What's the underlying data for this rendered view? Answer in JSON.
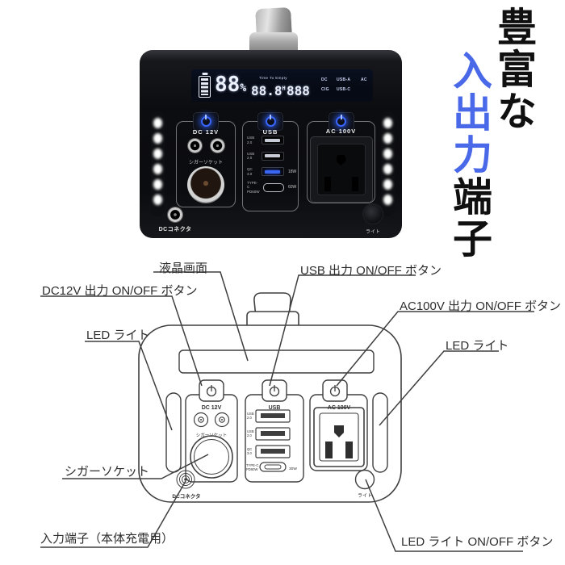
{
  "headline": {
    "line1": "豊富な",
    "line2_accent": "入出力",
    "line2_rest": "端子",
    "accent_color": "#4a69e8"
  },
  "photo": {
    "display": {
      "battery_percent": "88",
      "percent_sign": "%",
      "time_to_empty": "Time To Empty",
      "hours": "88.8",
      "hours_unit": "H",
      "sub_value": "888",
      "indicators": [
        "DC",
        "USB-A",
        "AC",
        "CIG",
        "USB-C"
      ]
    },
    "dc_section": {
      "power_label": "DC 12V",
      "socket_label": "シガーソケット"
    },
    "usb_section": {
      "power_label": "USB",
      "ports": [
        {
          "l1": "USB",
          "l2": "2.0"
        },
        {
          "l1": "USB",
          "l2": "2.0"
        },
        {
          "l1": "QC",
          "l2": "3.0",
          "watt": "18W"
        }
      ],
      "typec": {
        "l1": "TYPE-C",
        "l2": "PD60W",
        "watt": "60W"
      }
    },
    "ac_section": {
      "power_label": "AC 100V"
    },
    "dc_connector_label": "DCコネクタ",
    "light_button_label": "ライト"
  },
  "diagram": {
    "panel": {
      "dc_label": "DC 12V",
      "cig_label": "シガーソケット",
      "usb_label": "USB",
      "usb_ports": [
        {
          "l1": "USB",
          "l2": "2.0"
        },
        {
          "l1": "USB",
          "l2": "2.0"
        },
        {
          "l1": "QC",
          "l2": "3.0"
        }
      ],
      "typec": {
        "l1": "TYPE-C",
        "l2": "PD60W"
      },
      "typec_watt": "30W",
      "ac_label": "AC 100V",
      "dc_connector_label": "DCコネクタ",
      "light_label": "ライト"
    },
    "callouts": [
      {
        "text": "液晶画面"
      },
      {
        "text": "DC12V 出力 ON/OFF ボタン"
      },
      {
        "text": "USB 出力 ON/OFF ボタン"
      },
      {
        "text": "AC100V 出力 ON/OFF ボタン"
      },
      {
        "text": "LED ライト"
      },
      {
        "text": "LED ライト"
      },
      {
        "text": "シガーソケット"
      },
      {
        "text": "入力端子（本体充電用）"
      },
      {
        "text": "LED ライト ON/OFF ボタン"
      }
    ]
  }
}
